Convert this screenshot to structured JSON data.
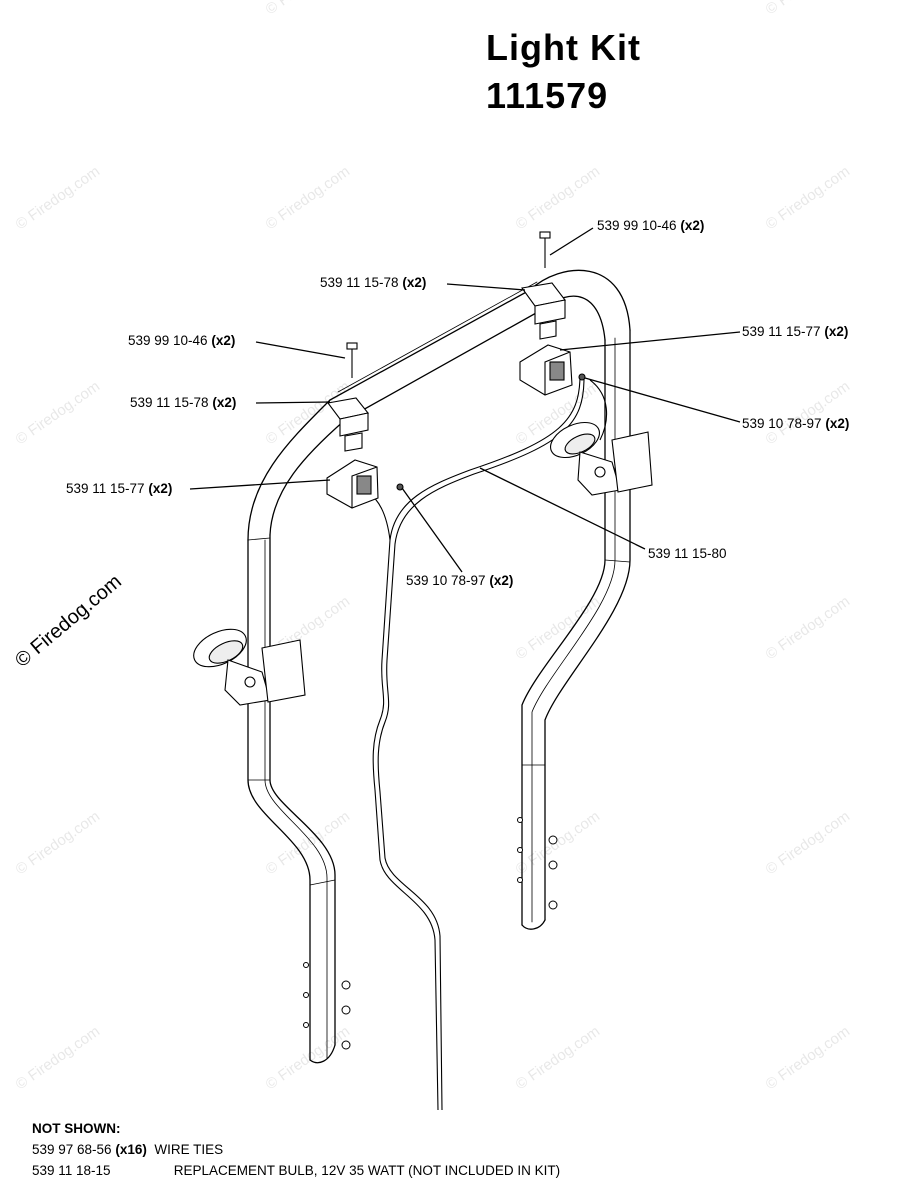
{
  "title": {
    "line1": "Light Kit",
    "line2": "111579"
  },
  "callouts": [
    {
      "part": "539 99 10-46",
      "qty": "(x2)"
    },
    {
      "part": "539 11 15-78",
      "qty": "(x2)"
    },
    {
      "part": "539 99 10-46",
      "qty": "(x2)"
    },
    {
      "part": "539 11 15-78",
      "qty": "(x2)"
    },
    {
      "part": "539 11 15-77",
      "qty": "(x2)"
    },
    {
      "part": "539 10 78-97",
      "qty": "(x2)"
    },
    {
      "part": "539 11 15-77",
      "qty": "(x2)"
    },
    {
      "part": "539 11 15-80",
      "qty": ""
    },
    {
      "part": "539 10 78-97",
      "qty": "(x2)"
    }
  ],
  "not_shown": {
    "heading": "NOT SHOWN:",
    "items": [
      {
        "part": "539 97 68-56",
        "qty": "(x16)",
        "description": "WIRE TIES"
      },
      {
        "part": "539 11 18-15",
        "qty": "",
        "description": "REPLACEMENT BULB, 12V 35 WATT (NOT INCLUDED IN KIT)"
      }
    ]
  },
  "watermark": {
    "text": "© Firedog.com"
  },
  "colors": {
    "ink": "#000000",
    "background": "#ffffff"
  }
}
